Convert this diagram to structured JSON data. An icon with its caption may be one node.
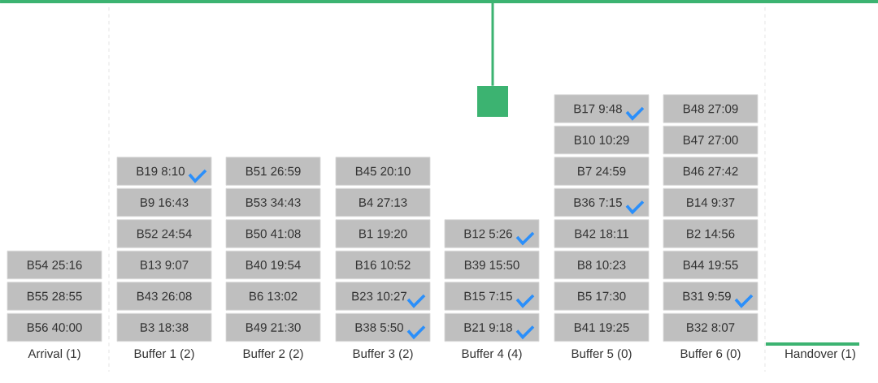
{
  "diagram": {
    "nodes": [
      {
        "text": [
          "B54 25:16"
        ]
      },
      {
        "text": [
          "B55 28:55"
        ]
      },
      {
        "text": [
          "B56 40:00"
        ]
      },
      {
        "text": [
          "B19 8:10"
        ]
      },
      {
        "text": [
          "B9 16:43"
        ]
      },
      {
        "text": [
          "B52 24:54"
        ]
      },
      {
        "text": [
          "B13 9:07"
        ]
      },
      {
        "text": [
          "B43 26:08"
        ]
      },
      {
        "text": [
          "B3 18:38"
        ]
      },
      {
        "text": [
          "B51 26:59"
        ]
      },
      {
        "text": [
          "B53 34:43"
        ]
      },
      {
        "text": [
          "B50 41:08"
        ]
      },
      {
        "text": [
          "B40 19:54"
        ]
      },
      {
        "text": [
          "B6 13:02"
        ]
      },
      {
        "text": [
          "B49 21:30"
        ]
      },
      {
        "text": [
          "B45 20:10"
        ]
      },
      {
        "text": [
          "B4 27:13"
        ]
      },
      {
        "text": [
          "B1 19:20"
        ]
      },
      {
        "text": [
          "B16 10:52"
        ]
      },
      {
        "text": [
          "B23 10:27"
        ]
      },
      {
        "text": [
          "B38 5:50"
        ]
      },
      {
        "text": [
          "B12 5:26"
        ]
      },
      {
        "text": [
          "B39 15:50"
        ]
      },
      {
        "text": [
          "B15 7:15"
        ]
      },
      {
        "text": [
          "B21 9:18"
        ]
      },
      {
        "text": [
          "B17 9:48"
        ]
      },
      {
        "text": [
          "B10 10:29"
        ]
      },
      {
        "text": [
          "B7 24:59"
        ]
      },
      {
        "text": [
          "B36 7:15"
        ]
      },
      {
        "text": [
          "B42 18:11"
        ]
      },
      {
        "text": [
          "B8 10:23"
        ]
      },
      {
        "text": [
          "B5 17:30"
        ]
      },
      {
        "text": [
          "B41 19:25"
        ]
      },
      {
        "text": [
          "B48 27:09"
        ]
      },
      {
        "text": [
          "B47 27:00"
        ]
      },
      {
        "text": [
          "B46 27:42"
        ]
      },
      {
        "text": [
          "B14 9:37"
        ]
      },
      {
        "text": [
          "B2 14:56"
        ]
      },
      {
        "text": [
          "B44 19:55"
        ]
      },
      {
        "text": [
          "B31 9:59"
        ]
      },
      {
        "text": [
          "B32 8:07"
        ]
      },
      {
        "text": [],
        "shape": "box"
      }
    ],
    "edges": [
      {
        "from": null,
        "to": 41,
        "arrow": "none"
      }
    ],
    "labels": [
      "Arrival (1)",
      "Buffer 1 (2)",
      "Buffer 2 (2)",
      "Buffer 3 (2)",
      "Buffer 4 (4)",
      "Buffer 5 (0)",
      "Buffer 6 (0)",
      "Handover (1)"
    ]
  }
}
